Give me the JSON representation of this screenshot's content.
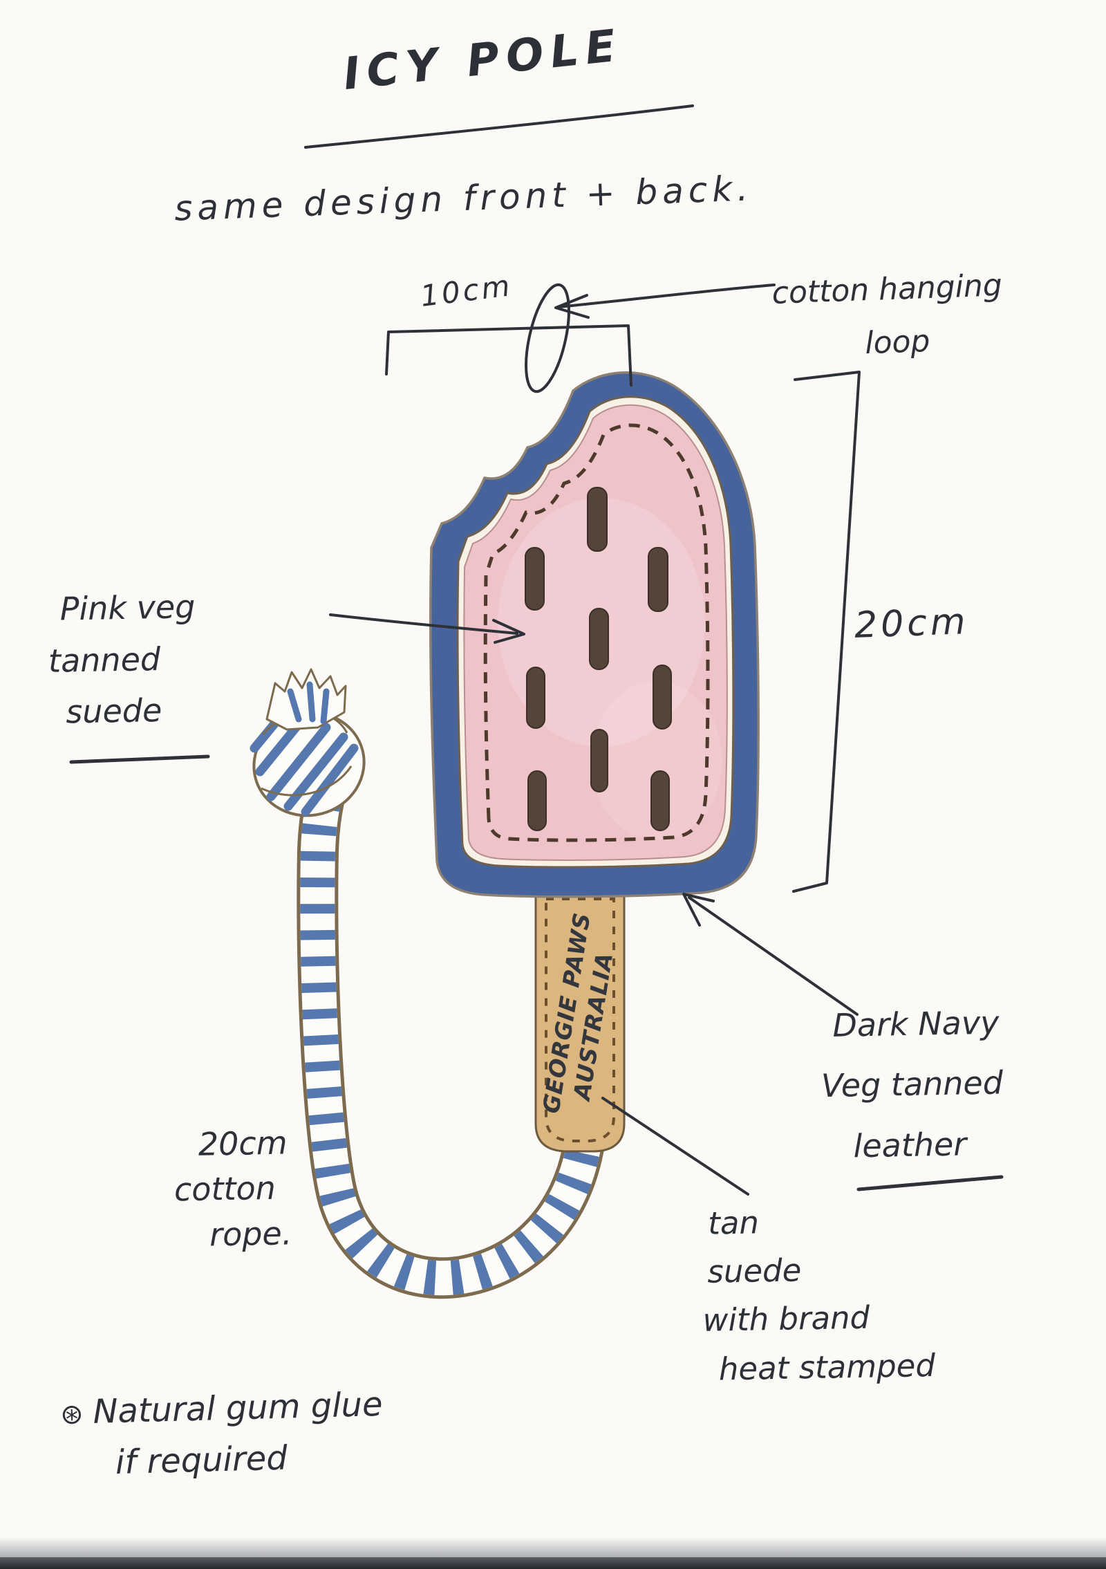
{
  "title": {
    "text": "ICY POLE"
  },
  "subtitle": {
    "text": "same design front + back."
  },
  "dims": {
    "top_width": "10cm",
    "side_height": "20cm"
  },
  "ann": {
    "loop": {
      "line1": "cotton hanging",
      "line2": "loop"
    },
    "pink": {
      "lines": [
        "Pink veg",
        "tanned",
        "suede"
      ]
    },
    "navy": {
      "lines": [
        "Dark Navy",
        "Veg tanned",
        "leather"
      ]
    },
    "rope": {
      "lines": [
        "20cm",
        "cotton",
        "rope."
      ]
    },
    "tan": {
      "lines": [
        "tan",
        "suede",
        "with brand",
        "heat stamped"
      ]
    }
  },
  "note": {
    "symbol": "⊛",
    "line1": "Natural gum glue",
    "line2": "if required"
  },
  "brand": {
    "line1": "GEORGIE PAWS",
    "line2": "AUSTRALIA"
  },
  "colors": {
    "navy": "#47639b",
    "pink": "#efc3ca",
    "seed_brown": "#544439",
    "stick_tan": "#dcb67f",
    "rope_blue": "#5578ae",
    "rope_outline": "#7d6b4f",
    "pen": "#2e3138",
    "paper": "#fbfaf7"
  }
}
